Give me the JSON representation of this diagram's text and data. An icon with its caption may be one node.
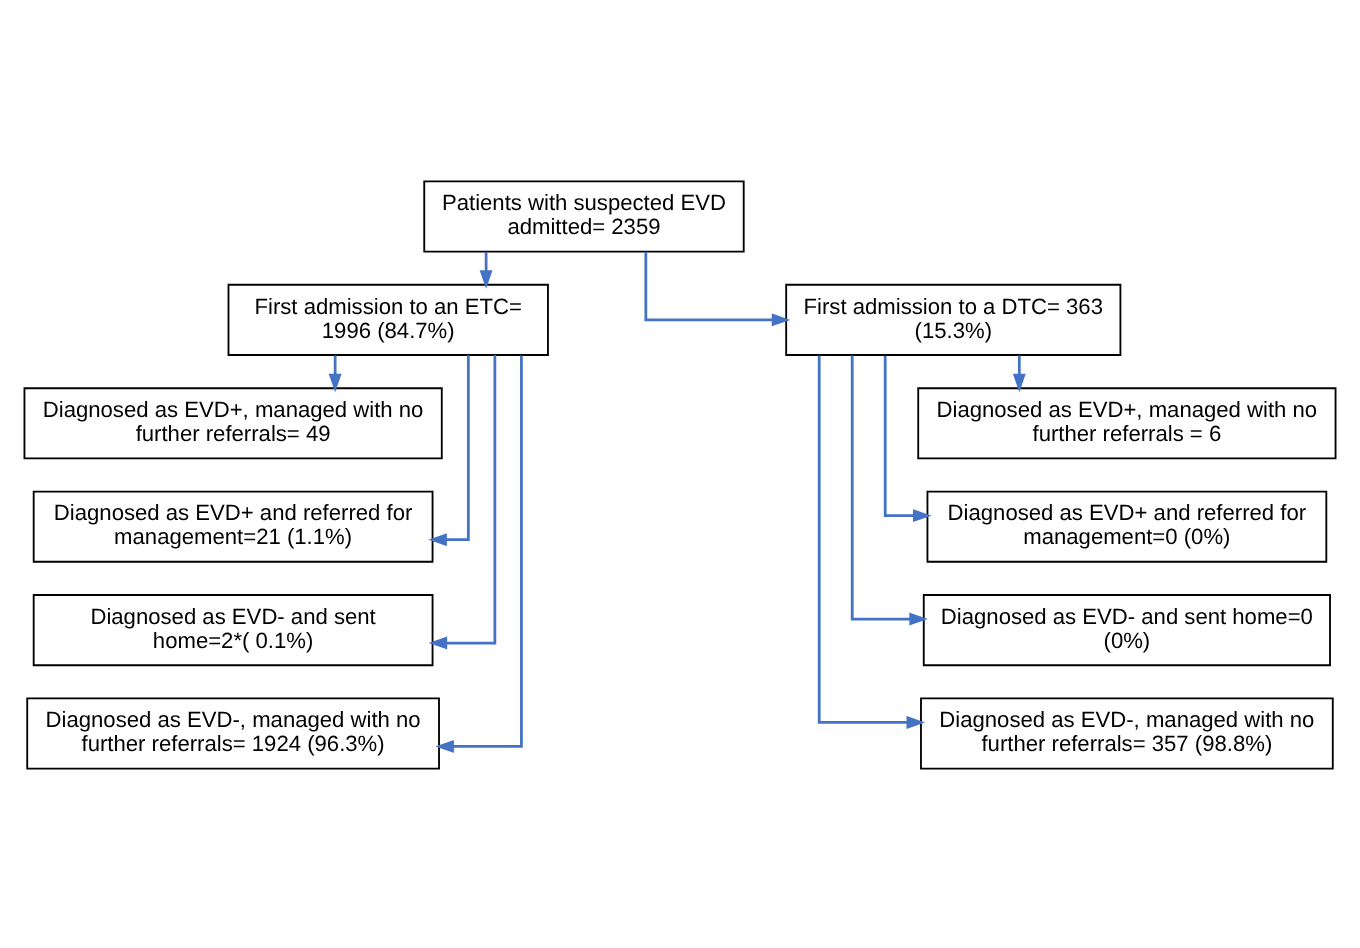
{
  "diagram": {
    "nodes": [
      {
        "text": [
          "Patients with suspected EVD admitted= 2359"
        ]
      },
      {
        "text": [
          "First admission to an ETC= 1996 (84.7%)"
        ]
      },
      {
        "text": [
          "First admission to a DTC= 363 (15.3%)"
        ]
      },
      {
        "text": [
          "Diagnosed as EVD+, managed with no further referrals= 49"
        ]
      },
      {
        "text": [
          "Diagnosed as EVD+ and referred for management=21 (1.1%)"
        ]
      },
      {
        "text": [
          "Diagnosed as EVD- and sent home=2*( 0.1%)"
        ]
      },
      {
        "text": [
          "Diagnosed as EVD-, managed with no further referrals= 1924 (96.3%)"
        ]
      },
      {
        "text": [
          "Diagnosed as EVD+, managed with no further referrals = 6"
        ]
      },
      {
        "text": [
          "Diagnosed as EVD+ and referred for management=0 (0%)"
        ]
      },
      {
        "text": [
          "Diagnosed as EVD- and sent home=0 (0%)"
        ]
      },
      {
        "text": [
          "Diagnosed as EVD-, managed with no further referrals= 357 (98.8%)"
        ]
      }
    ],
    "edges": [
      {
        "from": 0,
        "to": 1,
        "arrow": "to"
      },
      {
        "from": 0,
        "to": 2,
        "arrow": "to"
      },
      {
        "from": 1,
        "to": 3,
        "arrow": "to"
      },
      {
        "from": 1,
        "to": 4,
        "arrow": "to"
      },
      {
        "from": 1,
        "to": 5,
        "arrow": "to"
      },
      {
        "from": 1,
        "to": 6,
        "arrow": "to"
      },
      {
        "from": 2,
        "to": 7,
        "arrow": "to"
      },
      {
        "from": 2,
        "to": 8,
        "arrow": "to"
      },
      {
        "from": 2,
        "to": 9,
        "arrow": "to"
      },
      {
        "from": 2,
        "to": 10,
        "arrow": "to"
      }
    ]
  }
}
